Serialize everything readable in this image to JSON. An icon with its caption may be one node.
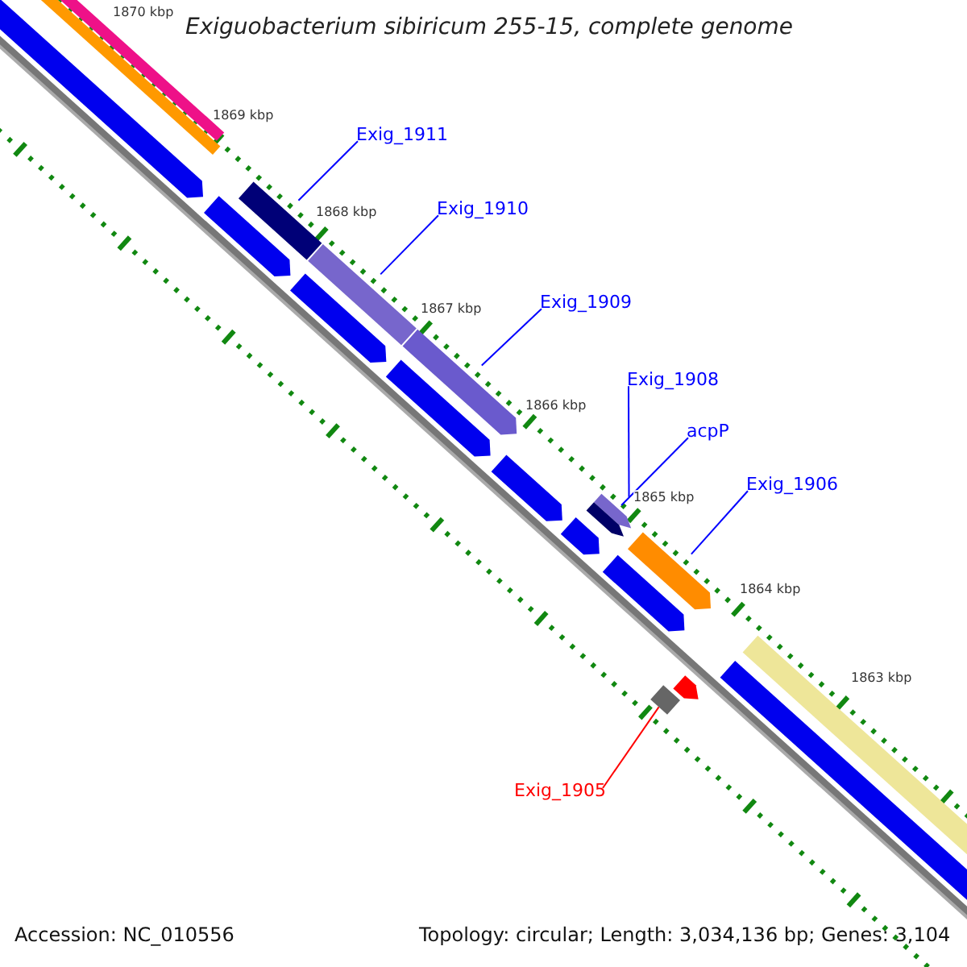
{
  "diagram": {
    "title": "Exiguobacterium sibiricum 255-15, complete genome",
    "nodes": [
      {
        "text": [
          "Exig_1911"
        ]
      },
      {
        "text": [],
        "shape": "bar"
      },
      {
        "text": [
          "Exig_1910"
        ]
      },
      {
        "text": [],
        "shape": "bar"
      },
      {
        "text": [
          "Exig_1909"
        ]
      },
      {
        "text": [],
        "shape": "bar"
      },
      {
        "text": [
          "Exig_1908"
        ]
      },
      {
        "text": [],
        "shape": "bar"
      },
      {
        "text": [
          "acpP"
        ]
      },
      {
        "text": [],
        "shape": "bar"
      },
      {
        "text": [
          "Exig_1906"
        ]
      },
      {
        "text": [],
        "shape": "bar"
      },
      {
        "text": [
          "Exig_1905"
        ]
      },
      {
        "text": [],
        "shape": "bar"
      }
    ],
    "edges": [
      {
        "from": 0,
        "to": 1,
        "arrow": "none"
      },
      {
        "from": 2,
        "to": 3,
        "arrow": "none"
      },
      {
        "from": 4,
        "to": 5,
        "arrow": "none"
      },
      {
        "from": 6,
        "to": 7,
        "arrow": "none"
      },
      {
        "from": 8,
        "to": 9,
        "arrow": "none"
      },
      {
        "from": 10,
        "to": 11,
        "arrow": "none"
      },
      {
        "from": 12,
        "to": 13,
        "arrow": "none",
        "color": "#ff0000"
      }
    ],
    "labels": [
      "1870 kbp",
      "1869 kbp",
      "1868 kbp",
      "1867 kbp",
      "1866 kbp",
      "1865 kbp",
      "1864 kbp",
      "1863 kbp",
      "Accession: NC_010556",
      "Topology: circular; Length: 3,034,136 bp; Genes: 3,104"
    ]
  }
}
